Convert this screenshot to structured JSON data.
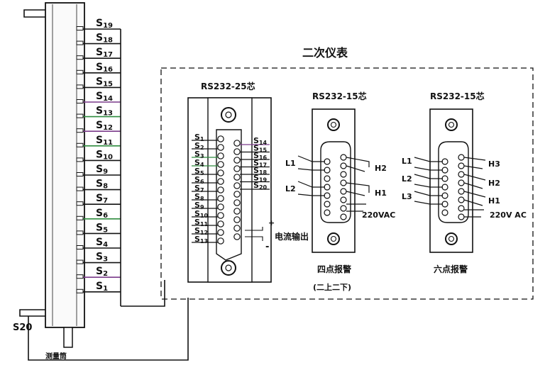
{
  "tube": {
    "label": "测量筒",
    "sensors": [
      "S19",
      "S18",
      "S17",
      "S16",
      "S15",
      "S14",
      "S13",
      "S12",
      "S11",
      "S10",
      "S9",
      "S8",
      "S7",
      "S6",
      "S5",
      "S4",
      "S3",
      "S2",
      "S1"
    ],
    "bottom_sensor": "S20"
  },
  "instrument": {
    "title": "二次仪表",
    "connector25": {
      "title": "RS232-25芯",
      "left_pins": [
        "S1",
        "S2",
        "S3",
        "S4",
        "S5",
        "S6",
        "S7",
        "S8",
        "S9",
        "S10",
        "S11",
        "S12",
        "S13"
      ],
      "right_pins": [
        "S14",
        "S15",
        "S16",
        "S17",
        "S18",
        "S19",
        "S20"
      ],
      "output_label": "电流输出",
      "plus": "+",
      "minus": "-"
    },
    "connector15a": {
      "title": "RS232-15芯",
      "left_labels": [
        "L1",
        "L2"
      ],
      "right_labels": [
        "H2",
        "H1"
      ],
      "power_label": "220VAC",
      "caption": "四点报警",
      "subcaption": "(二上二下)"
    },
    "connector15b": {
      "title": "RS232-15芯",
      "left_labels": [
        "L1",
        "L2",
        "L3"
      ],
      "right_labels": [
        "H3",
        "H2",
        "H1"
      ],
      "power_label": "220V AC",
      "caption": "六点报警"
    }
  }
}
